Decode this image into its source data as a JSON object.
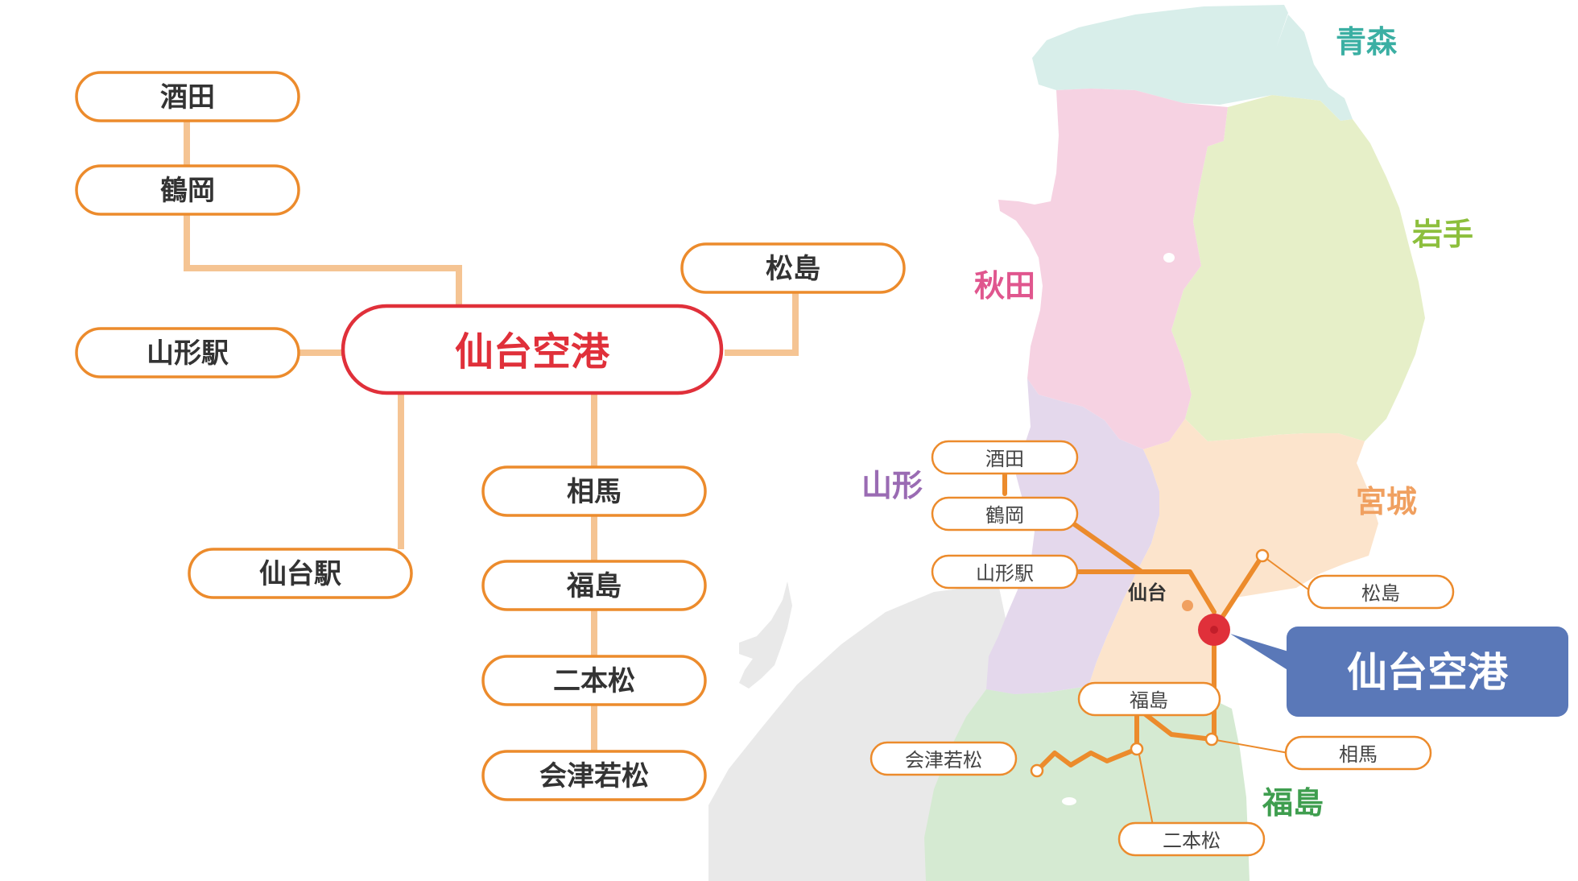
{
  "diagram": {
    "hub": "仙台空港",
    "destinations": {
      "sakata": "酒田",
      "tsuruoka": "鶴岡",
      "yamagata_station": "山形駅",
      "sendai_station": "仙台駅",
      "matsushima": "松島",
      "soma": "相馬",
      "fukushima": "福島",
      "nihonmatsu": "二本松",
      "aizuwakamatsu": "会津若松"
    }
  },
  "map": {
    "prefectures": {
      "aomori": "青森",
      "akita": "秋田",
      "iwate": "岩手",
      "yamagata": "山形",
      "miyagi": "宮城",
      "fukushima": "福島"
    },
    "city_label": "仙台",
    "callout": "仙台空港",
    "stops": {
      "sakata": "酒田",
      "tsuruoka": "鶴岡",
      "yamagata_station": "山形駅",
      "matsushima": "松島",
      "fukushima": "福島",
      "aizuwakamatsu": "会津若松",
      "soma": "相馬",
      "nihonmatsu": "二本松"
    }
  },
  "colors": {
    "route_orange": "#EC8B2C",
    "connector_light": "#F5C493",
    "hub_red": "#E0303A",
    "callout_blue": "#5A78B8",
    "aomori": "#D8EEEA",
    "akita": "#F6D2E2",
    "iwate": "#E6EFC8",
    "yamagata": "#E4D8EC",
    "miyagi": "#FCE4CC",
    "fukushima": "#D5EAD2",
    "other_land": "#E9E9E9",
    "label_aomori": "#3BAFA3",
    "label_akita": "#E0568E",
    "label_iwate": "#8DBF3D",
    "label_yamagata": "#9A6BB3",
    "label_miyagi": "#F0A060",
    "label_fukushima": "#3F9E4F"
  }
}
